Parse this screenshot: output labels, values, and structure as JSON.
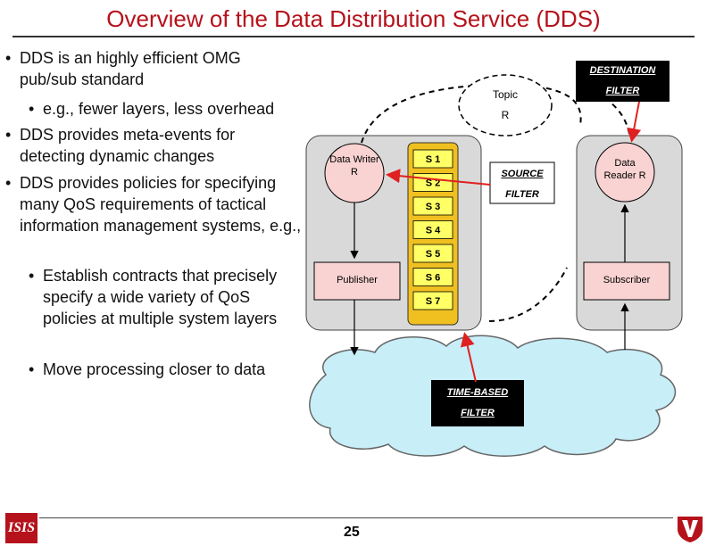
{
  "slide": {
    "title": "Overview of the Data Distribution Service (DDS)",
    "page_number": "25",
    "logo_left_text": "ISIS"
  },
  "bullets": [
    {
      "text": "DDS is an highly efficient OMG pub/sub standard",
      "level": 1
    },
    {
      "text": "e.g., fewer layers, less overhead",
      "level": 2
    },
    {
      "text": "DDS provides meta-events for detecting dynamic changes",
      "level": 1
    },
    {
      "text": "DDS provides policies for specifying many QoS requirements of tactical information management systems, e.g.,",
      "level": 1
    },
    {
      "text": "Establish contracts that precisely specify a wide variety of QoS policies at multiple system layers",
      "level": 2
    },
    {
      "text": "Move processing closer to data",
      "level": 2
    }
  ],
  "bullet_glyph": "•",
  "diagram": {
    "data_writer": "Data Writer R",
    "publisher": "Publisher",
    "topic": "Topic",
    "topic_r": "R",
    "samples": [
      "S 1",
      "S 2",
      "S 3",
      "S 4",
      "S 5",
      "S 6",
      "S 7"
    ],
    "source_filter_line1": "SOURCE",
    "source_filter_line2": "FILTER",
    "destination_filter_line1": "DESTINATION",
    "destination_filter_line2": "FILTER",
    "data_reader": "Data Reader R",
    "subscriber": "Subscriber",
    "time_filter_line1": "TIME-BASED",
    "time_filter_line2": "FILTER"
  },
  "colors": {
    "title": "#b5121b",
    "panel": "#d9d9d9",
    "pink_box": "#f9d2d2",
    "sample_fill": "#ffff66",
    "sample_group": "#f0c020",
    "cloud": "#c8eef8",
    "arrow_red": "#e02020"
  }
}
